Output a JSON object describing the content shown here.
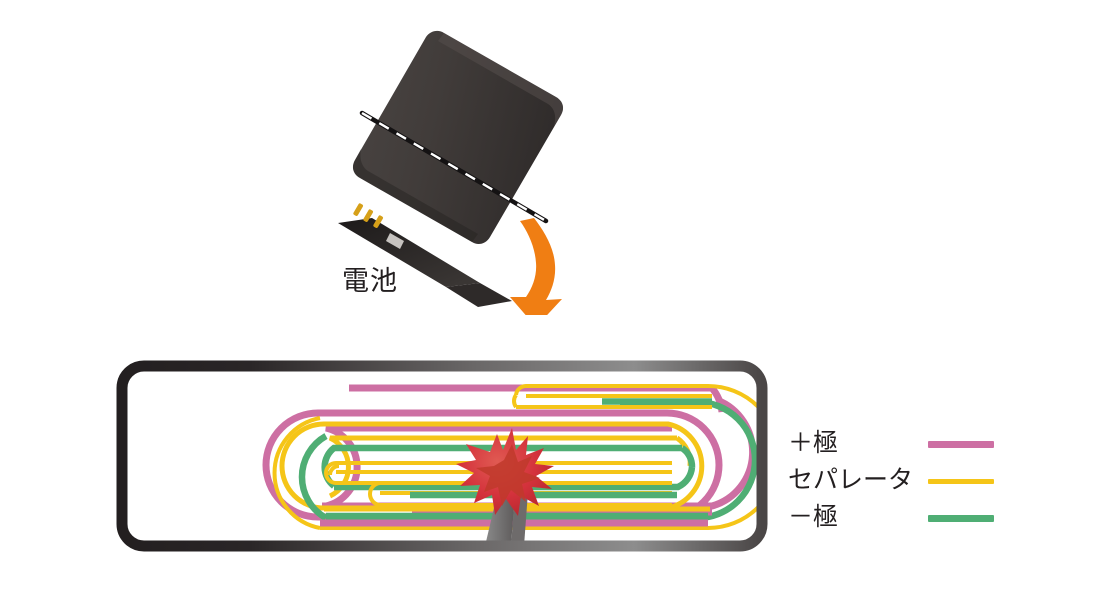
{
  "figure": {
    "battery_caption": "電池",
    "arrow": "down-arrow"
  },
  "legend": {
    "items": [
      {
        "label": "＋極",
        "color": "#cd6fa3",
        "style": "thick"
      },
      {
        "label": "セパレータ",
        "color": "#f5c518",
        "style": "thin"
      },
      {
        "label": "－極",
        "color": "#4fae74",
        "style": "thick"
      }
    ]
  },
  "colors": {
    "positive_electrode": "#cd6fa3",
    "separator": "#f5c518",
    "negative_electrode": "#4fae74",
    "case_dark": "#231f20",
    "case_light": "#8d8d8d",
    "arrow_orange": "#f07e13",
    "short_circuit_red": "#d4323c",
    "short_circuit_red_dark": "#c0392b",
    "battery_body": "#3b3735",
    "battery_contact_gold": "#d6a019",
    "text": "#231f20",
    "background": "#ffffff"
  },
  "diagram": {
    "title_hidden": "",
    "short_circuit_marker": "burst-star",
    "case_dent": "puncture-notch"
  }
}
